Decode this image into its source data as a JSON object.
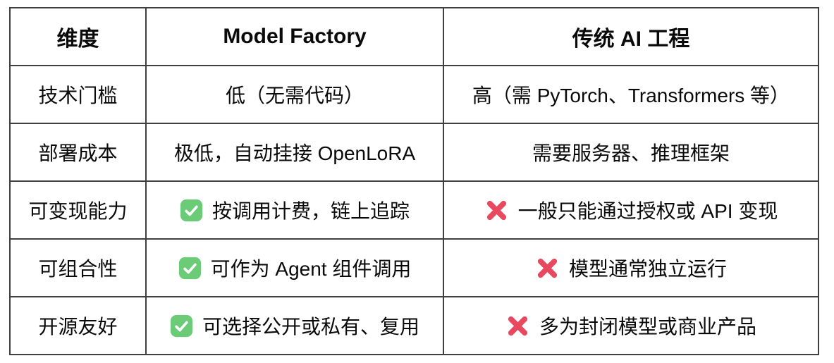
{
  "table": {
    "columns": [
      "维度",
      "Model Factory",
      "传统 AI 工程"
    ],
    "rows": [
      {
        "cells": [
          {
            "icon": null,
            "text": "技术门槛"
          },
          {
            "icon": null,
            "text": "低（无需代码）"
          },
          {
            "icon": null,
            "text": "高（需 PyTorch、Transformers 等）"
          }
        ]
      },
      {
        "cells": [
          {
            "icon": null,
            "text": "部署成本"
          },
          {
            "icon": null,
            "text": "极低，自动挂接 OpenLoRA"
          },
          {
            "icon": null,
            "text": "需要服务器、推理框架"
          }
        ]
      },
      {
        "cells": [
          {
            "icon": null,
            "text": "可变现能力"
          },
          {
            "icon": "check-icon",
            "text": "按调用计费，链上追踪"
          },
          {
            "icon": "cross-icon",
            "text": "一般只能通过授权或 API 变现"
          }
        ]
      },
      {
        "cells": [
          {
            "icon": null,
            "text": "可组合性"
          },
          {
            "icon": "check-icon",
            "text": "可作为 Agent 组件调用"
          },
          {
            "icon": "cross-icon",
            "text": "模型通常独立运行"
          }
        ]
      },
      {
        "cells": [
          {
            "icon": null,
            "text": "开源友好"
          },
          {
            "icon": "check-icon",
            "text": "可选择公开或私有、复用"
          },
          {
            "icon": "cross-icon",
            "text": "多为封闭模型或商业产品"
          }
        ]
      }
    ],
    "colors": {
      "check_bg": "#6BCB77",
      "check_mark": "#FFFFFF",
      "cross": "#E8495F",
      "border": "#3F3F3F",
      "text": "#0A0A0A",
      "background": "#FFFFFF"
    }
  }
}
